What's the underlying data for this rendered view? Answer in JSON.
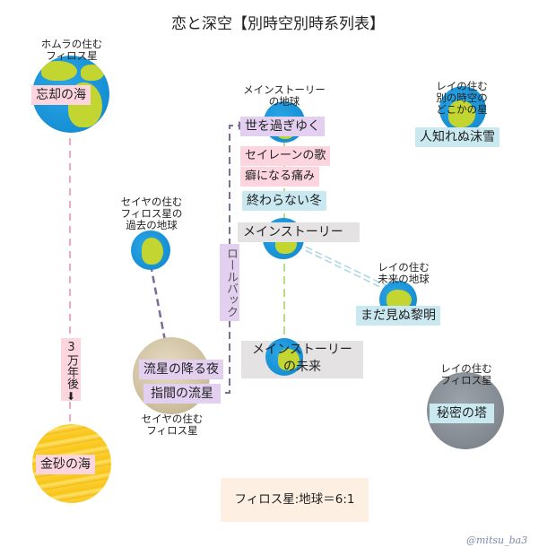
{
  "title": "恋と深空【別時空別時系列表】",
  "worlds": {
    "homura": {
      "caption_1": "ホムラの住む",
      "caption_2": "フィロス星",
      "episode": "忘却の海"
    },
    "mainstory_earth": {
      "caption_1": "メインストーリー",
      "caption_2": "の地球",
      "episodes": [
        "世を過ぎゆく",
        "セイレーンの歌",
        "癖になる痛み",
        "終わらない冬"
      ]
    },
    "rei_other": {
      "caption_1": "レイの住む",
      "caption_2": "別の時空の",
      "caption_3": "どこかの星",
      "episode": "人知れぬ沫雪"
    },
    "seiya_past": {
      "caption_1": "セイヤの住む",
      "caption_2": "フィロス星の",
      "caption_3": "過去の地球"
    },
    "mainstory": {
      "label": "メインストーリー"
    },
    "rei_future": {
      "caption_1": "レイの住む",
      "caption_2": "未来の地球",
      "episode": "まだ見ぬ黎明"
    },
    "mainstory_future": {
      "label_1": "メインストーリー",
      "label_2": "の未来"
    },
    "seiya": {
      "caption_1": "セイヤの住む",
      "caption_2": "フィロス星",
      "episodes": [
        "流星の降る夜",
        "指間の流星"
      ]
    },
    "rei_philos": {
      "caption_1": "レイの住む",
      "caption_2": "フィロス星",
      "episode": "秘密の塔"
    },
    "golden": {
      "episode": "金砂の海"
    }
  },
  "connectors": {
    "rollback": "ロールバック",
    "time_skip": "3万年後",
    "arrow_icon": "down-arrow"
  },
  "ratio_note": "フィロス星:地球＝6:1",
  "signature": "@mitsu_ba3",
  "colors": {
    "pink": "#fcd5df",
    "purple": "#e3cff0",
    "blue": "#c9e8f0",
    "gray": "#e4e2e2",
    "cream": "#fdf0e2",
    "pink_line": "#f2a7c8",
    "green_line": "#b9dc84",
    "purple_line": "#7d6b98",
    "blue_line": "#a9d6e5"
  }
}
